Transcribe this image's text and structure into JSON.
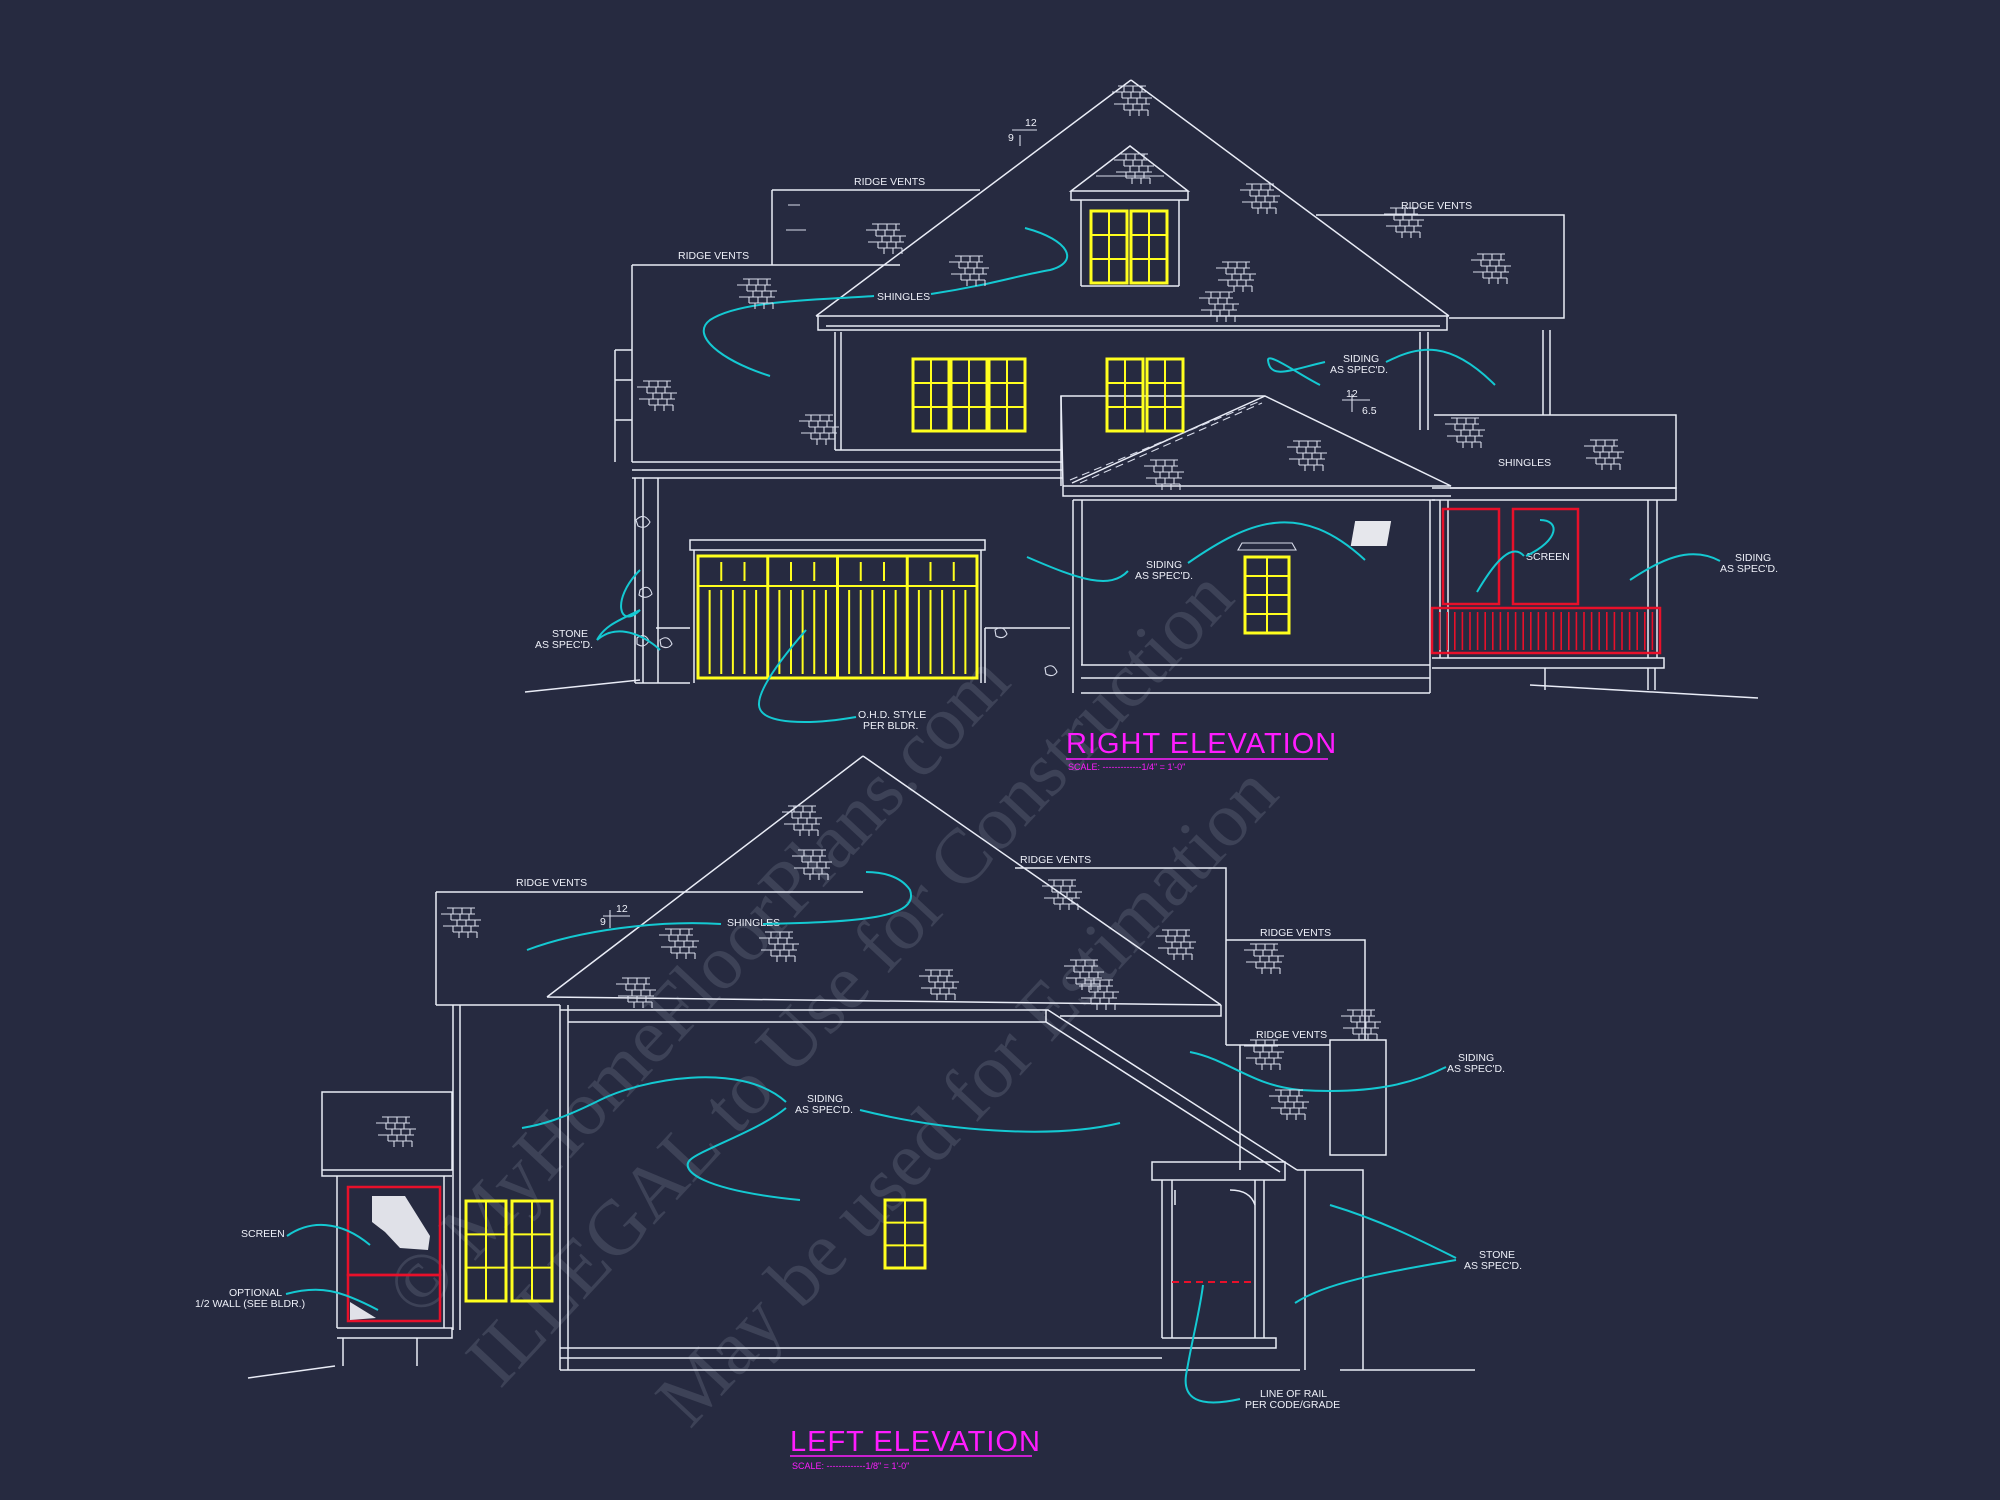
{
  "watermark": {
    "line1": "© MyHomeFloorPlans.com",
    "line2": "ILLEGAL to Use for Construction",
    "line3": "May be used for Estimation"
  },
  "right_elevation": {
    "title": "RIGHT ELEVATION",
    "scale": "SCALE: -------------1/4\" = 1'-0\"",
    "pitch_main": {
      "rise": "9",
      "run": "12"
    },
    "pitch_porch": {
      "rise": "6.5",
      "run": "12"
    },
    "notes": {
      "ridge_vents_upper": "RIDGE VENTS",
      "ridge_vents_left": "RIDGE VENTS",
      "ridge_vents_right": "RIDGE VENTS",
      "shingles_left": "SHINGLES",
      "shingles_right": "SHINGLES",
      "siding_upper_1": "SIDING",
      "siding_upper_2": "AS SPEC'D.",
      "siding_mid_1": "SIDING",
      "siding_mid_2": "AS SPEC'D.",
      "siding_right_1": "SIDING",
      "siding_right_2": "AS SPEC'D.",
      "screen": "SCREEN",
      "stone_1": "STONE",
      "stone_2": "AS SPEC'D.",
      "ohd_1": "O.H.D. STYLE",
      "ohd_2": "PER BLDR."
    }
  },
  "left_elevation": {
    "title": "LEFT ELEVATION",
    "scale": "SCALE: -------------1/8\" = 1'-0\"",
    "pitch_main": {
      "rise": "9",
      "run": "12"
    },
    "notes": {
      "ridge_vents_1": "RIDGE VENTS",
      "ridge_vents_2": "RIDGE VENTS",
      "ridge_vents_3": "RIDGE VENTS",
      "ridge_vents_4": "RIDGE VENTS",
      "shingles": "SHINGLES",
      "siding_center_1": "SIDING",
      "siding_center_2": "AS SPEC'D.",
      "siding_right_1": "SIDING",
      "siding_right_2": "AS SPEC'D.",
      "stone_1": "STONE",
      "stone_2": "AS SPEC'D.",
      "screen": "SCREEN",
      "optional_1": "OPTIONAL",
      "optional_2": "1/2 WALL (SEE BLDR.)",
      "rail_1": "LINE OF RAIL",
      "rail_2": "PER CODE/GRADE"
    }
  },
  "colors": {
    "background": "#262a40",
    "linework": "#e9ecf6",
    "windows": "#ffff1e",
    "rail": "#e8102a",
    "leaders": "#14c9d2",
    "titles": "#ff1cff"
  }
}
